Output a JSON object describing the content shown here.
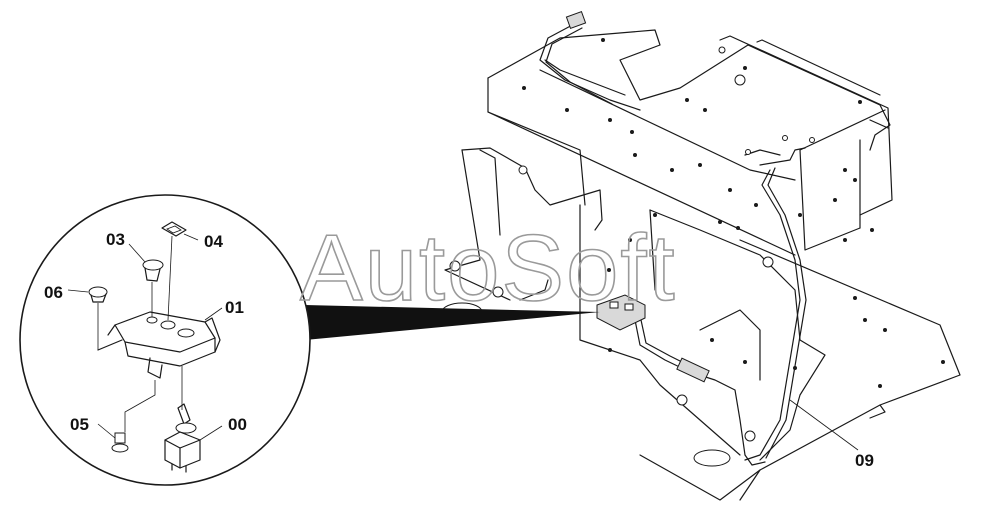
{
  "diagram": {
    "watermark": "AutoSoft",
    "callouts": {
      "c00": "00",
      "c01": "01",
      "c03": "03",
      "c04": "04",
      "c05": "05",
      "c06": "06",
      "c09": "09"
    },
    "icons": [
      "toggle-switch-icon",
      "grommet-icon",
      "bracket-plate-icon",
      "bolt-icon",
      "clip-icon",
      "wire-harness-icon"
    ]
  }
}
